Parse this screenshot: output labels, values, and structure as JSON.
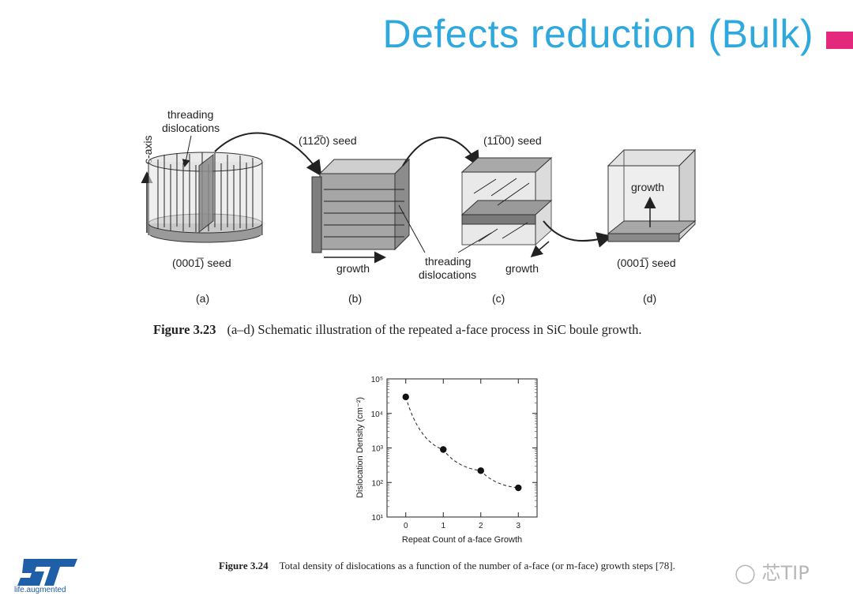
{
  "slide": {
    "title": "Defects reduction (Bulk)",
    "accent_color": "#2ea8dd",
    "mark_color": "#e4287c"
  },
  "diagram": {
    "labels": {
      "threading_a_1": "threading",
      "threading_a_2": "dislocations",
      "c_axis": "c-axis",
      "seed_a": "(0001̅) seed",
      "seed_b": "(112̅0) seed",
      "seed_c": "(11̅00) seed",
      "seed_d": "(0001̅) seed",
      "growth_b": "growth",
      "growth_c": "growth",
      "growth_d": "growth",
      "threading_c_1": "threading",
      "threading_c_2": "dislocations",
      "panel_a": "(a)",
      "panel_b": "(b)",
      "panel_c": "(c)",
      "panel_d": "(d)"
    },
    "caption_num": "Figure 3.23",
    "caption_text": "(a–d) Schematic illustration of the repeated a-face process in SiC boule growth."
  },
  "chart_data": {
    "type": "scatter",
    "x": [
      0,
      1,
      2,
      3
    ],
    "values": [
      30000,
      900,
      220,
      70
    ],
    "xlabel": "Repeat Count of a-face Growth",
    "ylabel": "Dislocation Density (cm⁻²)",
    "xlim": [
      -0.5,
      3.5
    ],
    "ylim": [
      10,
      100000
    ],
    "y_scale": "log",
    "x_ticks": [
      "0",
      "1",
      "2",
      "3"
    ],
    "y_ticks": [
      "10¹",
      "10²",
      "10³",
      "10⁴",
      "10⁵"
    ],
    "trend_line": "dashed",
    "grid": false
  },
  "chart_caption": {
    "num": "Figure 3.24",
    "text": "Total density of dislocations as a function of the number of a-face (or m-face) growth steps [78]."
  },
  "branding": {
    "logo_icon": "st-logo-icon",
    "tagline": "life.augmented",
    "watermark": "芯TIP",
    "watermark_icon": "wechat-icon"
  }
}
